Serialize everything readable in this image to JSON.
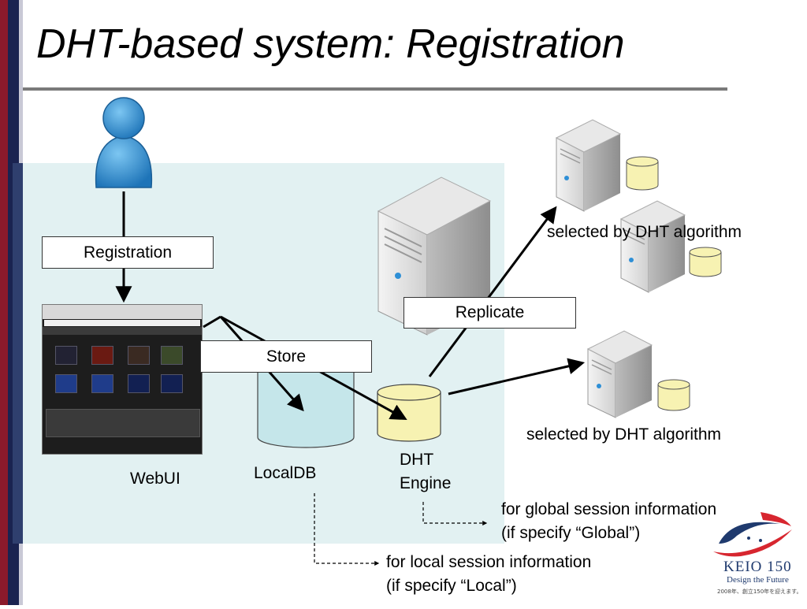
{
  "slide": {
    "title": "DHT-based system: Registration"
  },
  "labels": {
    "registration": "Registration",
    "store": "Store",
    "replicate": "Replicate",
    "webui": "WebUI",
    "localdb": "LocalDB",
    "dht_engine_line1": "DHT",
    "dht_engine_line2": "Engine",
    "selected_top": "selected by DHT algorithm",
    "selected_bottom": "selected by DHT algorithm",
    "global_line1": "for global session information",
    "global_line2": "(if specify “Global”)",
    "local_line1": "for local session information",
    "local_line2": "(if specify “Local”)"
  },
  "logo": {
    "name": "KEIO 150",
    "tagline": "Design the Future",
    "subtext": "2008年、創立150年を迎えます。"
  },
  "colors": {
    "sidebar_dark_red": "#8b1a2b",
    "sidebar_navy": "#1a2350",
    "panel": "#e2f1f2",
    "db_yellow": "#f7f2b2",
    "db_cyan": "#c5e6ea",
    "user_blue": "#2d8fd6",
    "logo_red": "#d7262f",
    "logo_navy": "#1f3a6e"
  }
}
